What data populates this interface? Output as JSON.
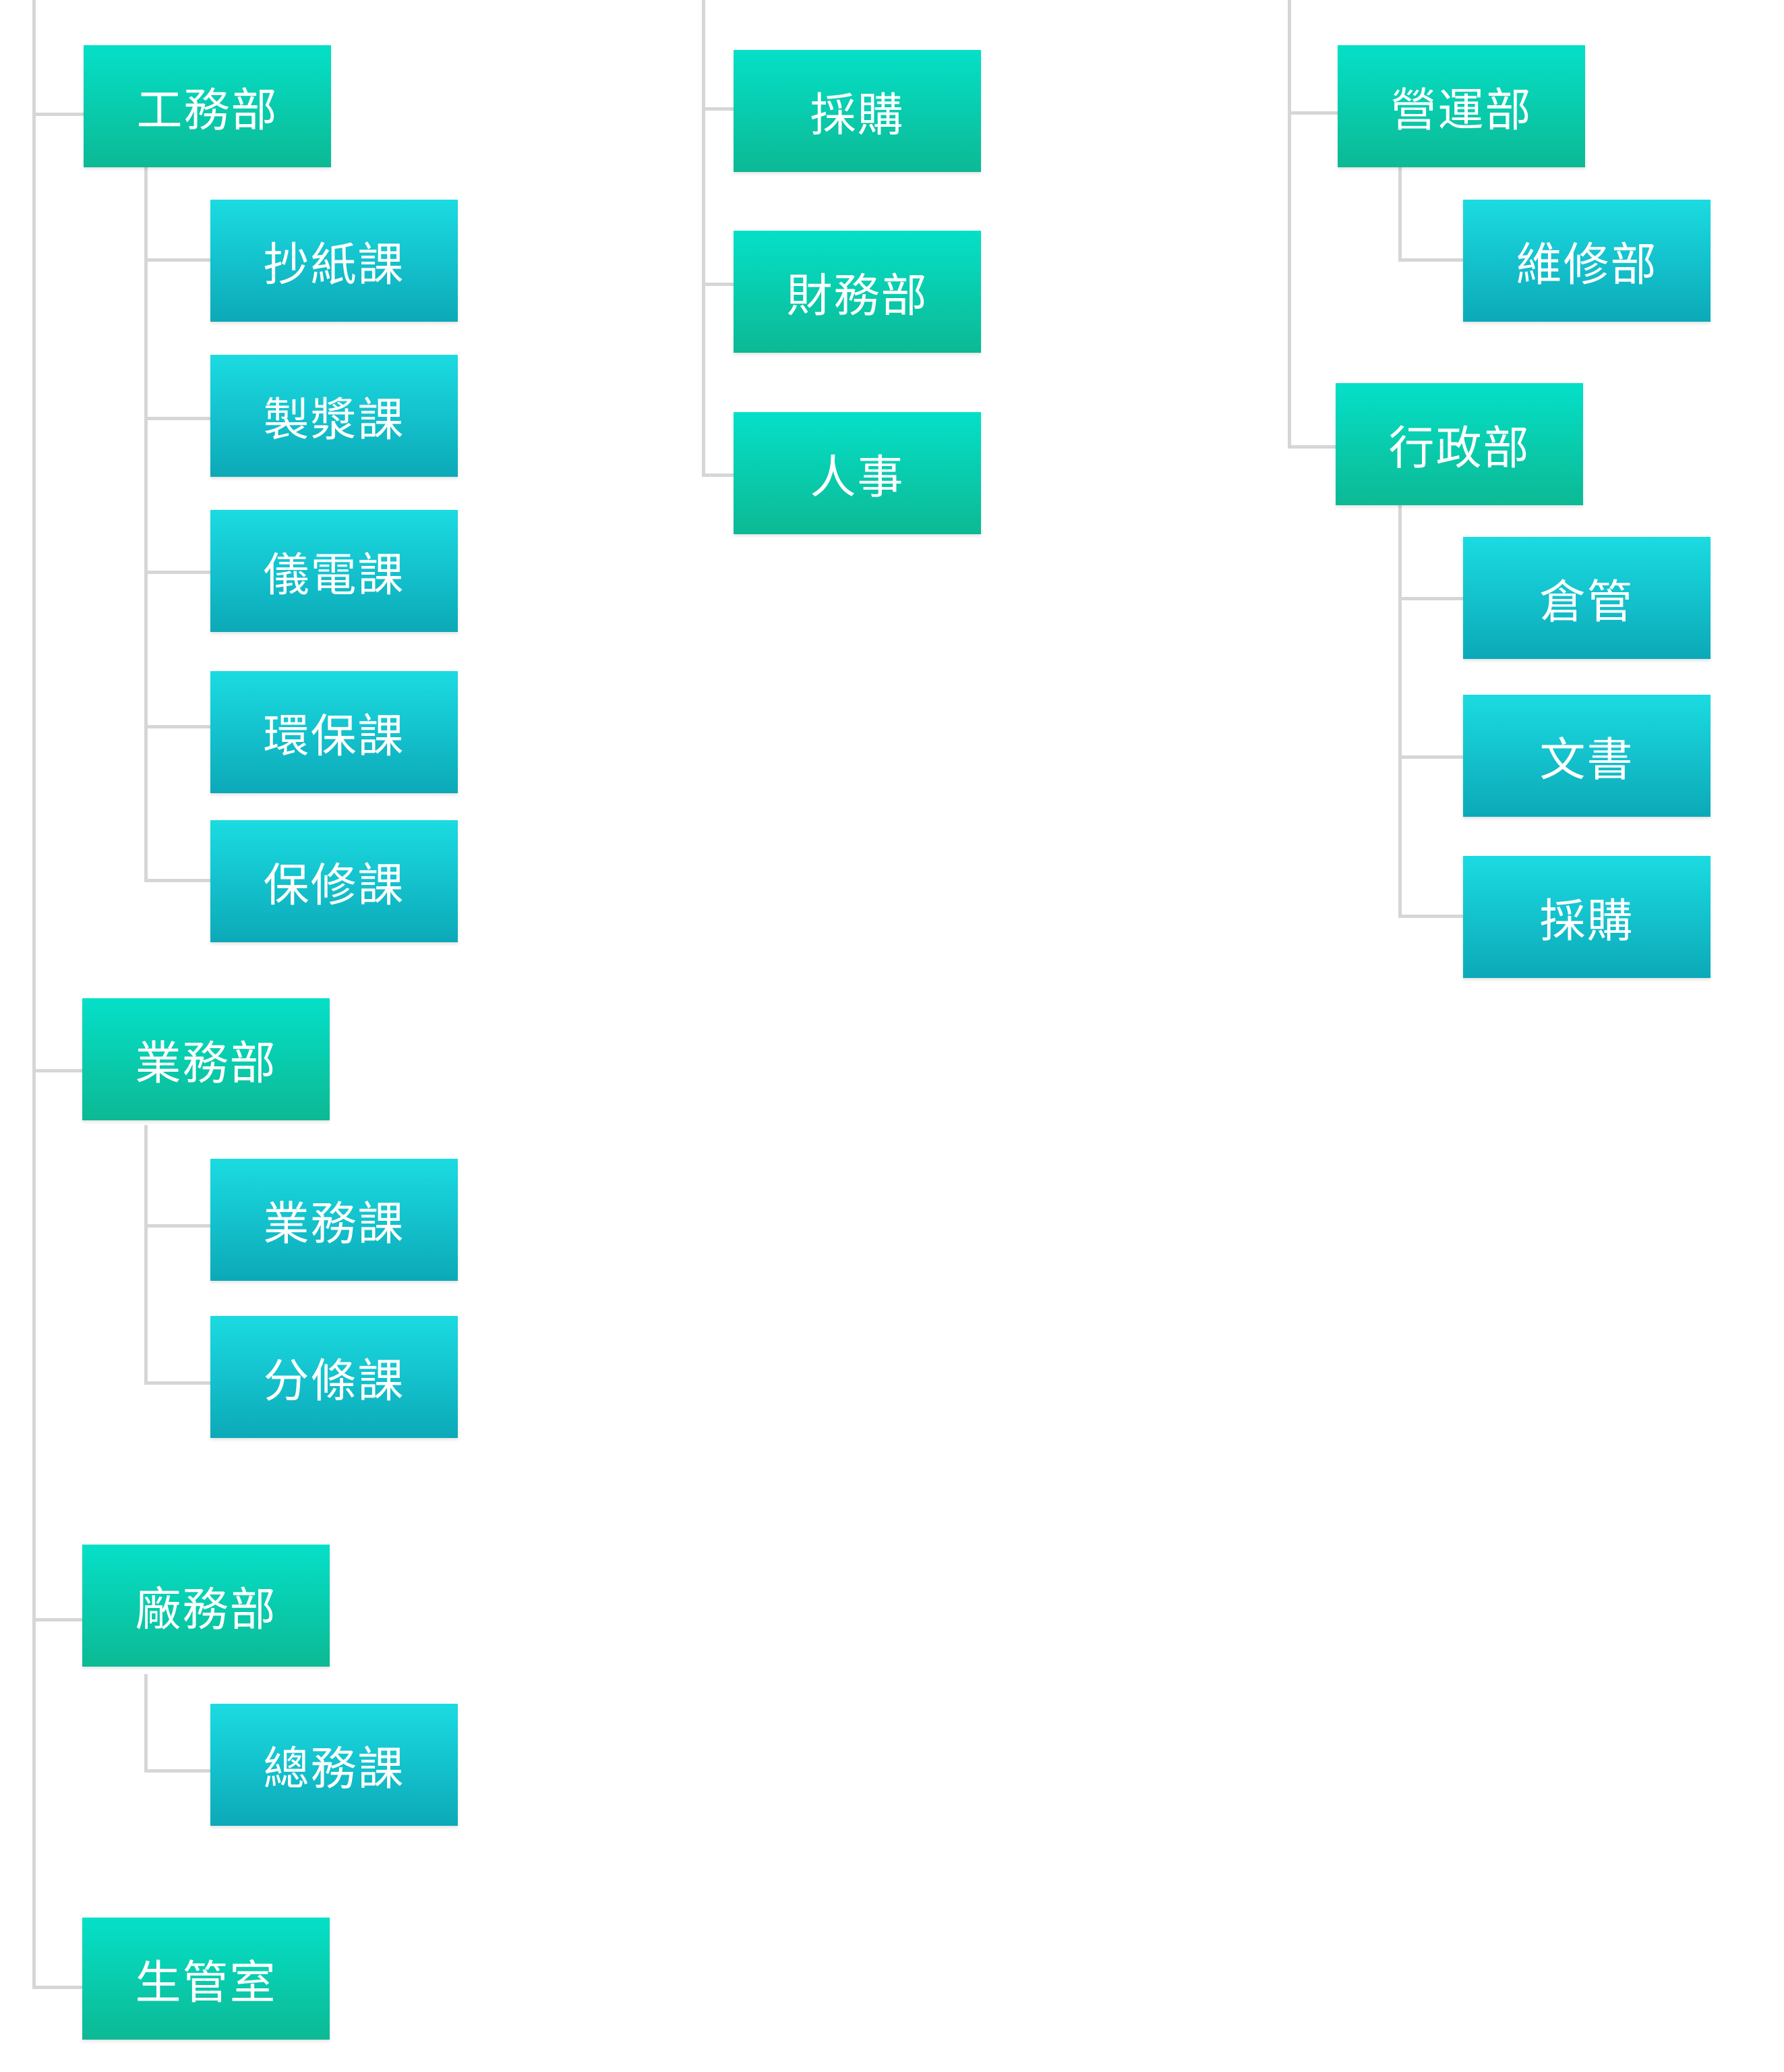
{
  "colors": {
    "dept_box_top": "#05e0c8",
    "dept_box_bottom": "#0cb994",
    "sub_box_top": "#1bdbe1",
    "sub_box_bottom": "#0ca9b8",
    "connector": "#d6d6d6",
    "label": "#ffffff"
  },
  "left_column": {
    "engineering": {
      "label": "工務部",
      "units": [
        "抄紙課",
        "製漿課",
        "儀電課",
        "環保課",
        "保修課"
      ]
    },
    "sales": {
      "label": "業務部",
      "units": [
        "業務課",
        "分條課"
      ]
    },
    "plant_affairs": {
      "label": "廠務部",
      "units": [
        "總務課"
      ]
    },
    "production_control": {
      "label": "生管室"
    }
  },
  "middle_column": {
    "units": [
      "採購",
      "財務部",
      "人事"
    ]
  },
  "right_column": {
    "operations": {
      "label": "營運部",
      "units": [
        "維修部"
      ]
    },
    "administration": {
      "label": "行政部",
      "units": [
        "倉管",
        "文書",
        "採購"
      ]
    }
  }
}
